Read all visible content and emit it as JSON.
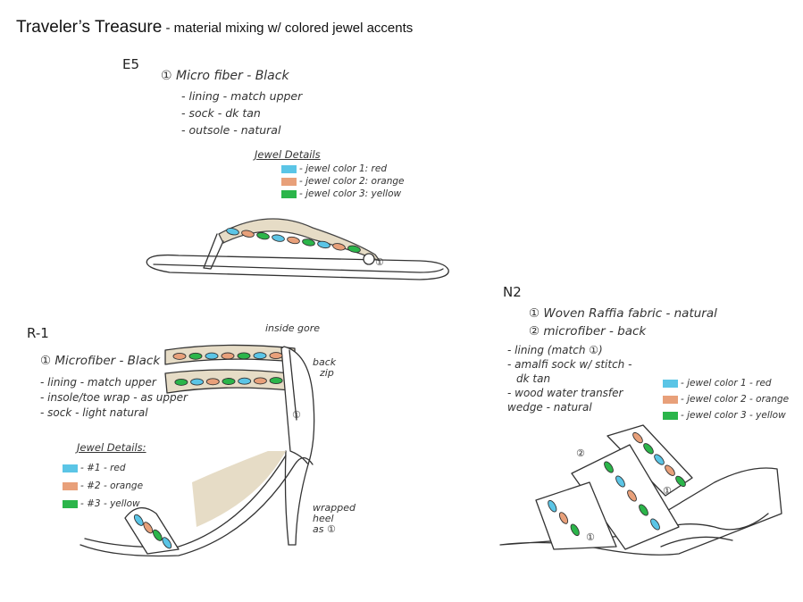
{
  "title": {
    "main": "Traveler’s Treasure",
    "sub": " - material mixing w/ colored jewel accents"
  },
  "colors": {
    "jewel_1": "#5bc5e6",
    "jewel_2": "#e8a07a",
    "jewel_3": "#2bb54a",
    "tan": "#e6dcc6"
  },
  "e5": {
    "code": "E5",
    "material": "① Micro fiber - Black",
    "specs": [
      "- lining - match upper",
      "- sock - dk tan",
      "- outsole - natural"
    ],
    "legend_title": "Jewel Details",
    "legend": [
      "- jewel color 1: red",
      "- jewel color 2: orange",
      "- jewel color 3: yellow"
    ],
    "mark": "①"
  },
  "r1": {
    "code": "R-1",
    "material": "① Microfiber - Black",
    "specs": [
      "- lining - match upper",
      "- insole/toe wrap - as upper",
      "- sock - light natural"
    ],
    "legend_title": "Jewel Details:",
    "legend": [
      "- #1 - red",
      "- #2 - orange",
      "- #3 - yellow"
    ],
    "note_gore": "inside gore",
    "note_zip": [
      "back",
      "zip"
    ],
    "note_heel": [
      "wrapped",
      "heel",
      "as ①"
    ],
    "mark": "①"
  },
  "n2": {
    "code": "N2",
    "materials": [
      "① Woven Raffia fabric - natural",
      "② microfiber - back"
    ],
    "specs": [
      "- lining (match ①)",
      "- amalfi sock w/ stitch -",
      "  dk tan",
      "- wood water transfer",
      "wedge - natural"
    ],
    "legend": [
      "- jewel color 1 - red",
      "- jewel color 2 - orange",
      "- jewel color 3 - yellow"
    ],
    "mark1": "①",
    "mark2": "②"
  }
}
